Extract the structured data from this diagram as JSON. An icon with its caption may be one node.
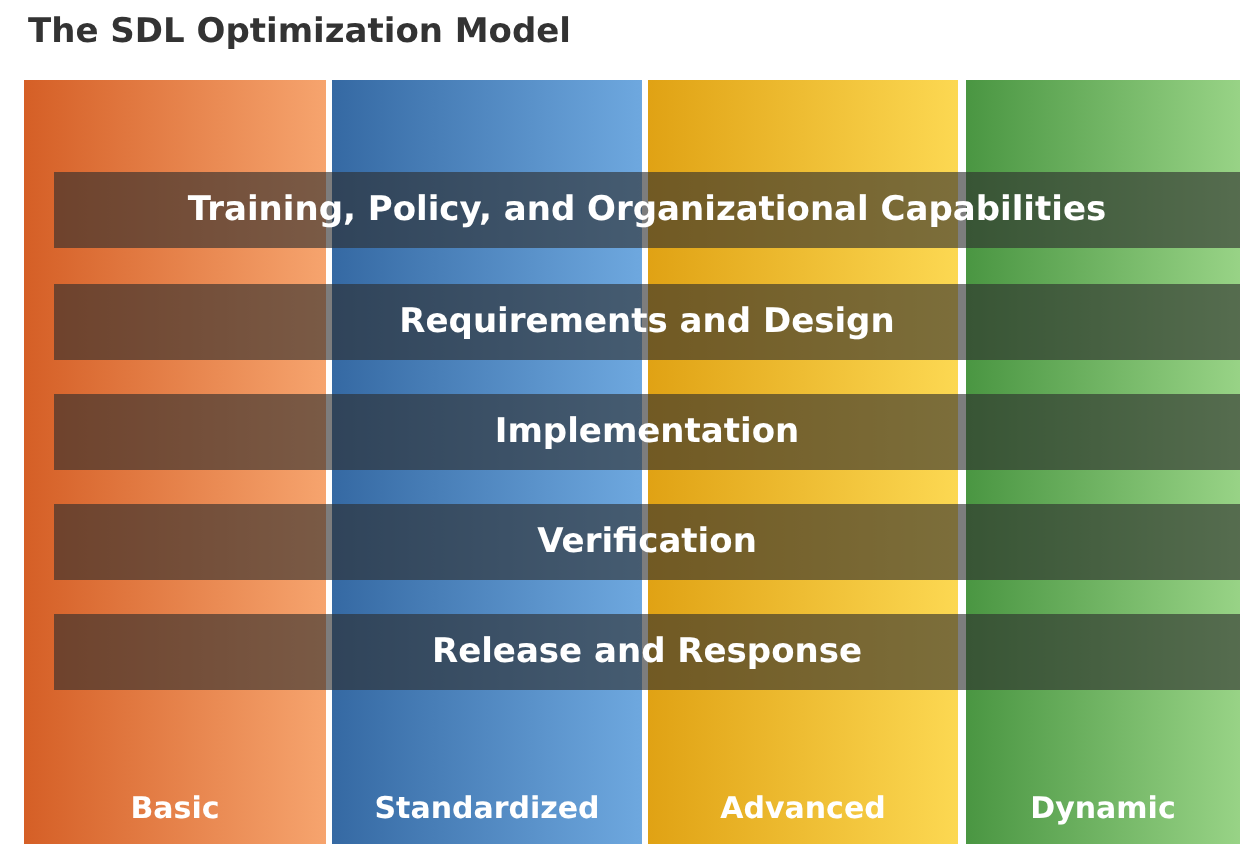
{
  "diagram": {
    "title": "The SDL Optimization Model",
    "nodes": [
      {
        "text": [
          "Basic"
        ]
      },
      {
        "text": [
          "Standardized"
        ]
      },
      {
        "text": [
          "Advanced"
        ]
      },
      {
        "text": [
          "Dynamic"
        ]
      },
      {
        "text": [
          "Training, Policy, and Organizational Capabilities"
        ]
      },
      {
        "text": [
          "Requirements and Design"
        ]
      },
      {
        "text": [
          "Implementation"
        ]
      },
      {
        "text": [
          "Verification"
        ]
      },
      {
        "text": [
          "Release and Response"
        ]
      }
    ],
    "edges": []
  }
}
